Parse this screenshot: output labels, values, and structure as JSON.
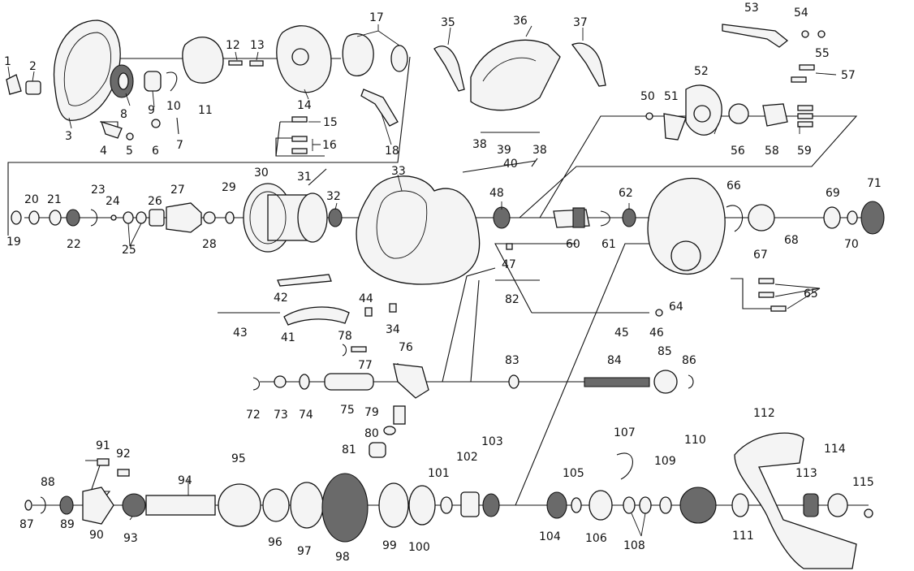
{
  "labels": [
    "1",
    "2",
    "3",
    "4",
    "5",
    "6",
    "7",
    "8",
    "9",
    "10",
    "11",
    "12",
    "13",
    "14",
    "15",
    "16",
    "17",
    "18",
    "19",
    "20",
    "21",
    "22",
    "23",
    "24",
    "25",
    "26",
    "27",
    "28",
    "29",
    "30",
    "31",
    "32",
    "33",
    "34",
    "35",
    "36",
    "37",
    "38",
    "38",
    "39",
    "40",
    "41",
    "42",
    "43",
    "44",
    "45",
    "46",
    "47",
    "48",
    "50",
    "51",
    "52",
    "53",
    "54",
    "55",
    "56",
    "57",
    "58",
    "59",
    "60",
    "61",
    "62",
    "64",
    "65",
    "66",
    "67",
    "68",
    "69",
    "70",
    "71",
    "72",
    "73",
    "74",
    "75",
    "76",
    "77",
    "78",
    "79",
    "80",
    "81",
    "82",
    "83",
    "84",
    "85",
    "86",
    "87",
    "88",
    "89",
    "90",
    "91",
    "92",
    "93",
    "94",
    "95",
    "96",
    "97",
    "98",
    "99",
    "100",
    "101",
    "102",
    "103",
    "104",
    "105",
    "106",
    "107",
    "108",
    "109",
    "110",
    "111",
    "112",
    "113",
    "114",
    "115"
  ]
}
